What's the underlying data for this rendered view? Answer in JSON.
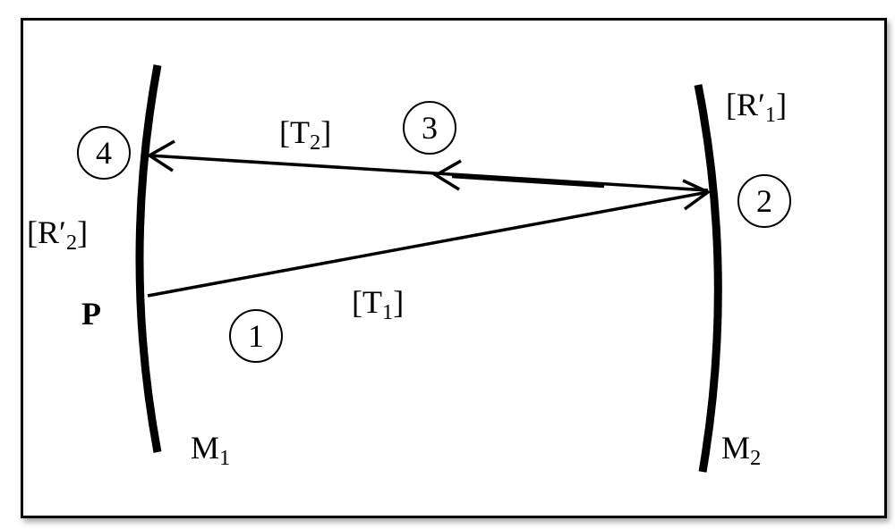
{
  "labels": {
    "t1_main": "T",
    "t1_sub": "1",
    "t2_main": "T",
    "t2_sub": "2",
    "r1_main": "R′",
    "r1_sub": "1",
    "r2_main": "R′",
    "r2_sub": "2",
    "m1_main": "M",
    "m1_sub": "1",
    "m2_main": "M",
    "m2_sub": "2",
    "p": "P",
    "bracket_open": "[",
    "bracket_close": "]"
  },
  "steps": [
    "1",
    "2",
    "3",
    "4"
  ],
  "colors": {
    "ink": "#000000",
    "background": "#ffffff"
  }
}
